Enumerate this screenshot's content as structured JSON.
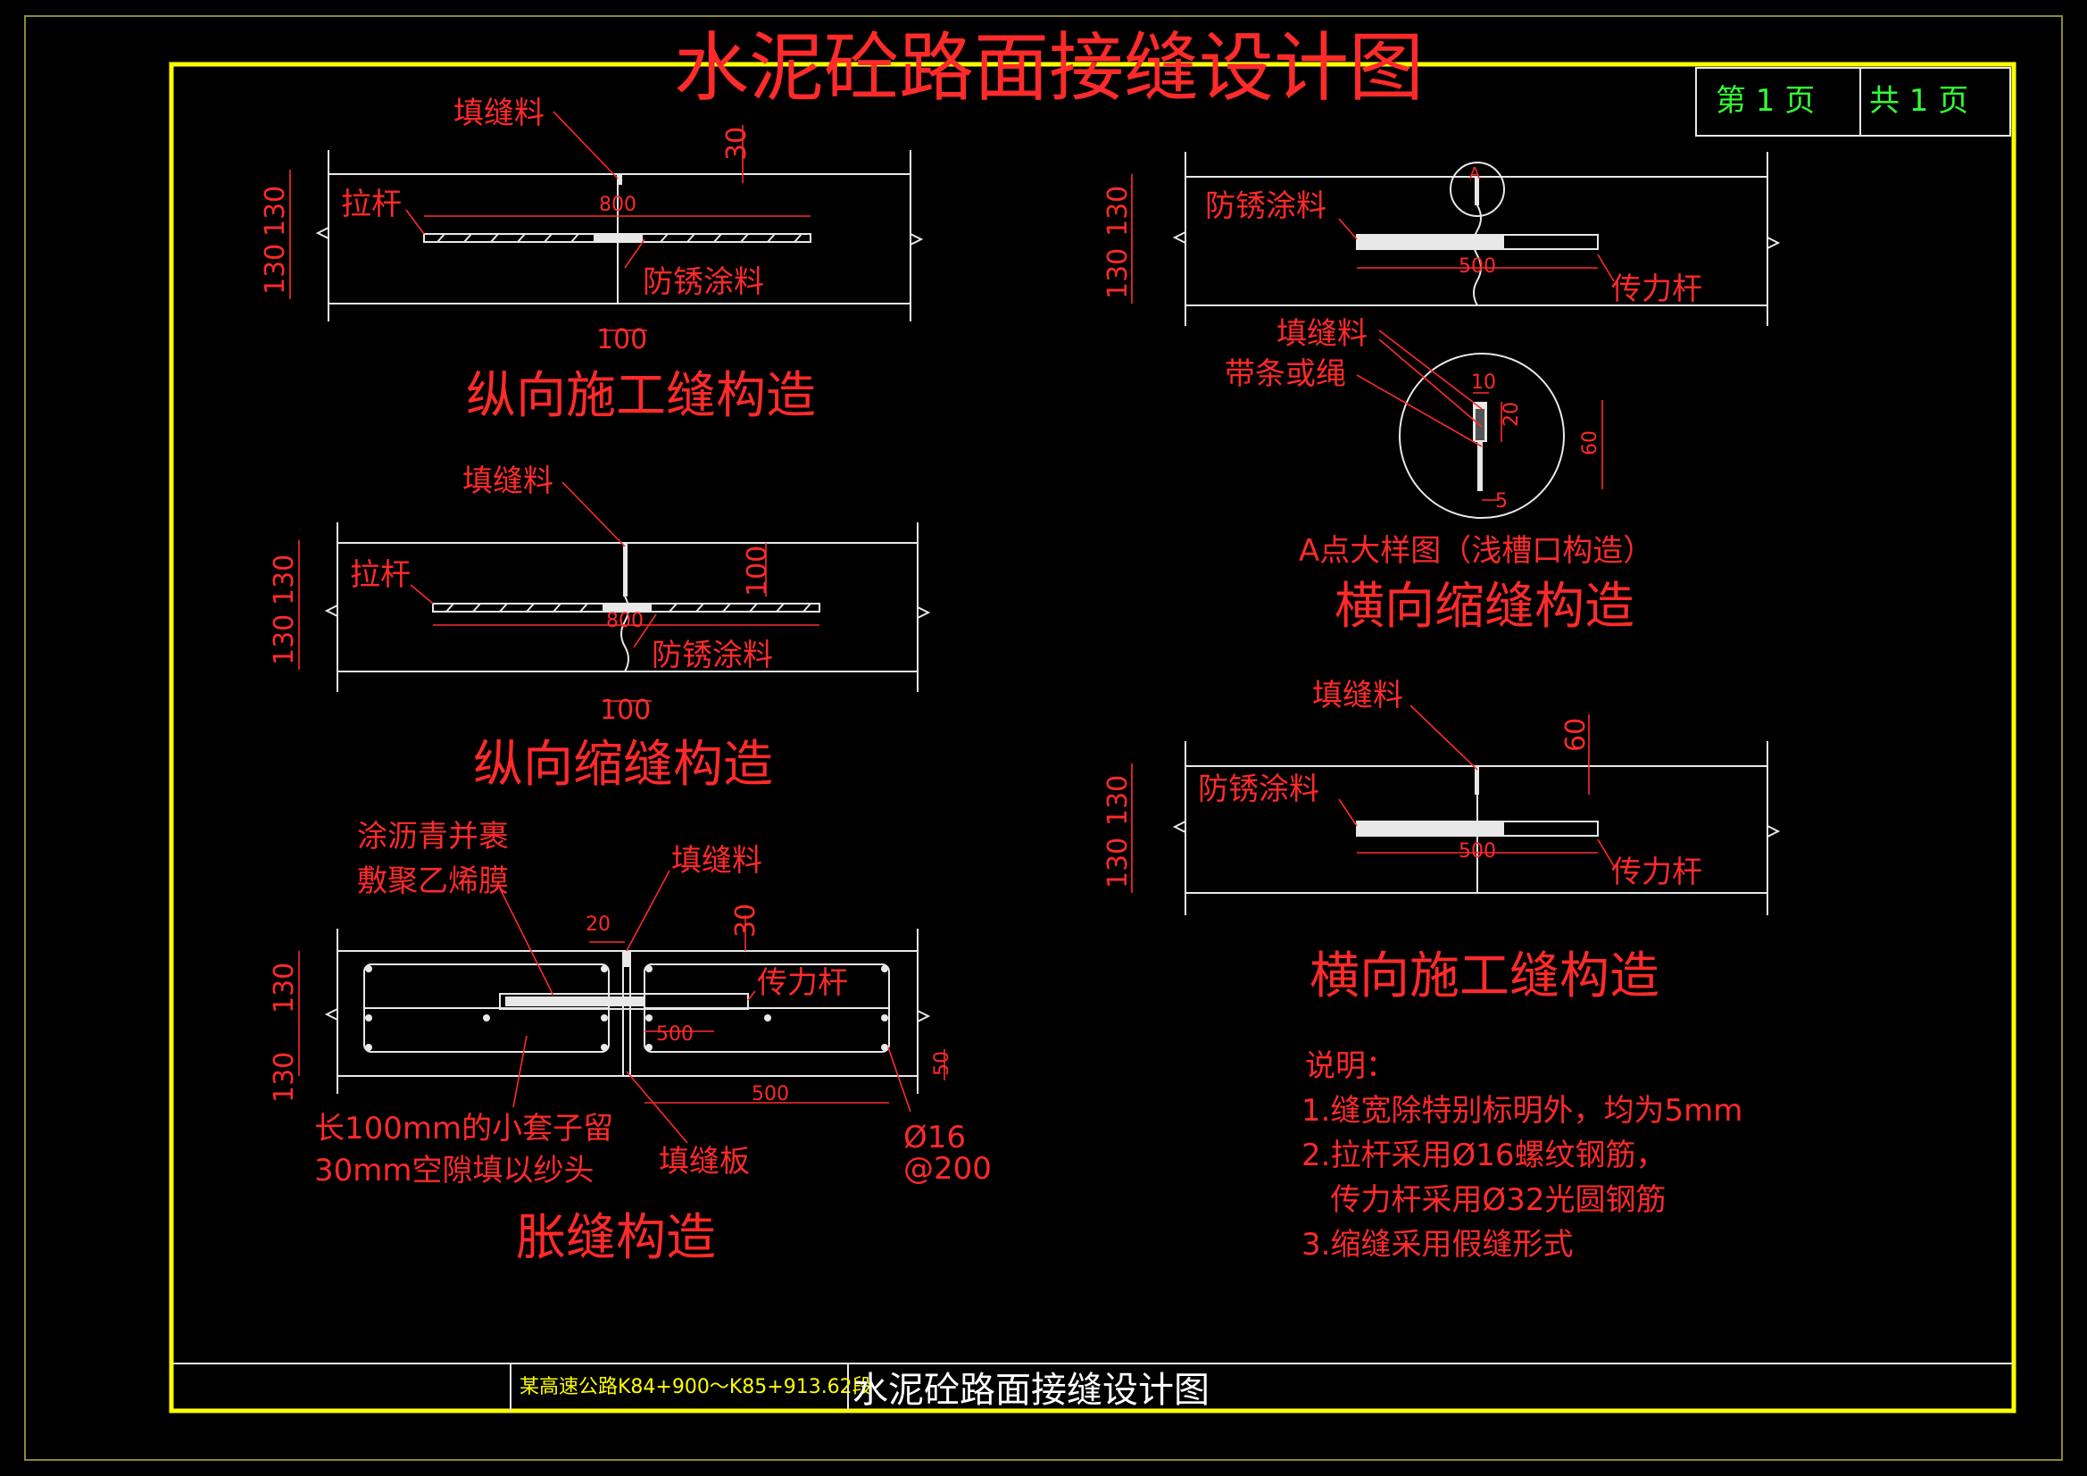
{
  "title": "水泥砼路面接缝设计图",
  "page_box": {
    "page_label": "第  1 页",
    "total_label": "共 1  页"
  },
  "sections": {
    "longitudinal_construction": {
      "title": "纵向施工缝构造",
      "labels": {
        "filler": "填缝料",
        "tie_bar": "拉杆",
        "anti_rust": "防锈涂料"
      },
      "dims": {
        "d30": "30",
        "d800": "800",
        "d100": "100",
        "d130a": "130",
        "d130b": "130"
      }
    },
    "longitudinal_contraction": {
      "title": "纵向缩缝构造",
      "labels": {
        "filler": "填缝料",
        "tie_bar": "拉杆",
        "anti_rust": "防锈涂料"
      },
      "dims": {
        "d100v": "100",
        "d800": "800",
        "d100": "100",
        "d130a": "130",
        "d130b": "130"
      }
    },
    "expansion": {
      "title": "胀缝构造",
      "labels": {
        "coat1": "涂沥青并裹",
        "coat2": "敷聚乙烯膜",
        "filler": "填缝料",
        "dowel": "传力杆",
        "sleeve1": "长100mm的小套子留",
        "sleeve2": "30mm空隙填以纱头",
        "filler_board": "填缝板",
        "rebar1": "Ø16",
        "rebar2": "@200"
      },
      "dims": {
        "d20": "20",
        "d30": "30",
        "d500a": "500",
        "d500b": "500",
        "d50": "50",
        "d130a": "130",
        "d130b": "130"
      }
    },
    "transverse_contraction": {
      "title": "横向缩缝构造",
      "labels": {
        "anti_rust": "防锈涂料",
        "dowel": "传力杆",
        "filler": "填缝料",
        "strip": "带条或绳",
        "detail_title": "A点大样图（浅槽口构造）",
        "point_a": "A"
      },
      "dims": {
        "d500": "500",
        "d10": "10",
        "d20": "20",
        "d60": "60",
        "d5": "5",
        "d130a": "130",
        "d130b": "130"
      }
    },
    "transverse_construction": {
      "title": "横向施工缝构造",
      "labels": {
        "filler": "填缝料",
        "anti_rust": "防锈涂料",
        "dowel": "传力杆"
      },
      "dims": {
        "d60": "60",
        "d500": "500",
        "d130a": "130",
        "d130b": "130"
      }
    }
  },
  "notes": {
    "heading": "说明：",
    "items": [
      "1.缝宽除特别标明外，均为5mm",
      "2.拉杆采用Ø16螺纹钢筋，",
      "   传力杆采用Ø32光圆钢筋",
      "3.缩缝采用假缝形式"
    ]
  },
  "title_block": {
    "project": "某高速公路K84+900～K85+913.62段",
    "drawing": "水泥砼路面接缝设计图"
  },
  "colors": {
    "drawing_text": "#ff2a2a",
    "frame": "#ffff00",
    "page_box": "#33ff33",
    "lines": "#e8e8e8"
  }
}
